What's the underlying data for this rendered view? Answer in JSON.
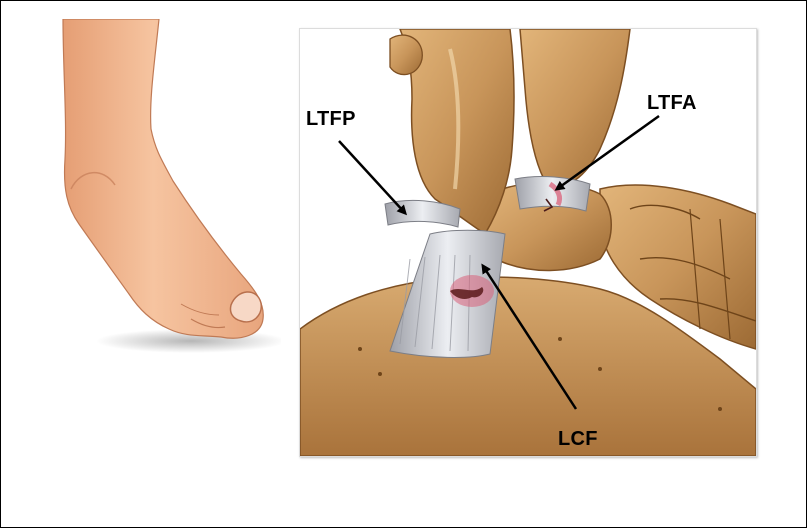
{
  "labels": {
    "ltfp": "LTFP",
    "ltfa": "LTFA",
    "lcf": "LCF"
  },
  "colors": {
    "bone": "#c99a5b",
    "bone_dark": "#8a5a28",
    "skin": "#f2b68e",
    "ligament": "#d8d8dc",
    "tear": "#d9607a"
  }
}
